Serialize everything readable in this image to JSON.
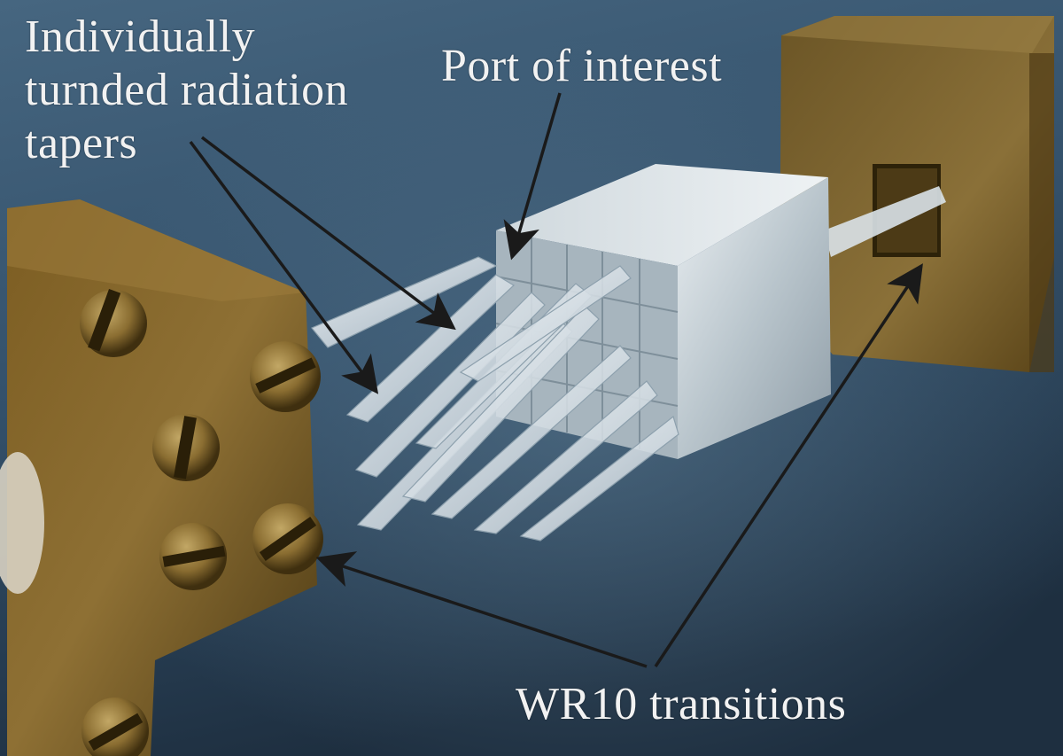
{
  "annotations": {
    "tapers": {
      "lines": [
        "Individually",
        "turnded radiation",
        "tapers"
      ]
    },
    "port": {
      "text": "Port of interest"
    },
    "wr10": {
      "text": "WR10 transitions"
    }
  },
  "colors": {
    "background_top": "#3d5a72",
    "background_bottom": "#1f3042",
    "brass": "#8a6a2c",
    "brass_dark": "#4b3812",
    "acrylic": "#dfe6ea",
    "label_text": "#f2f2f2",
    "arrow": "#1a1a1a"
  }
}
